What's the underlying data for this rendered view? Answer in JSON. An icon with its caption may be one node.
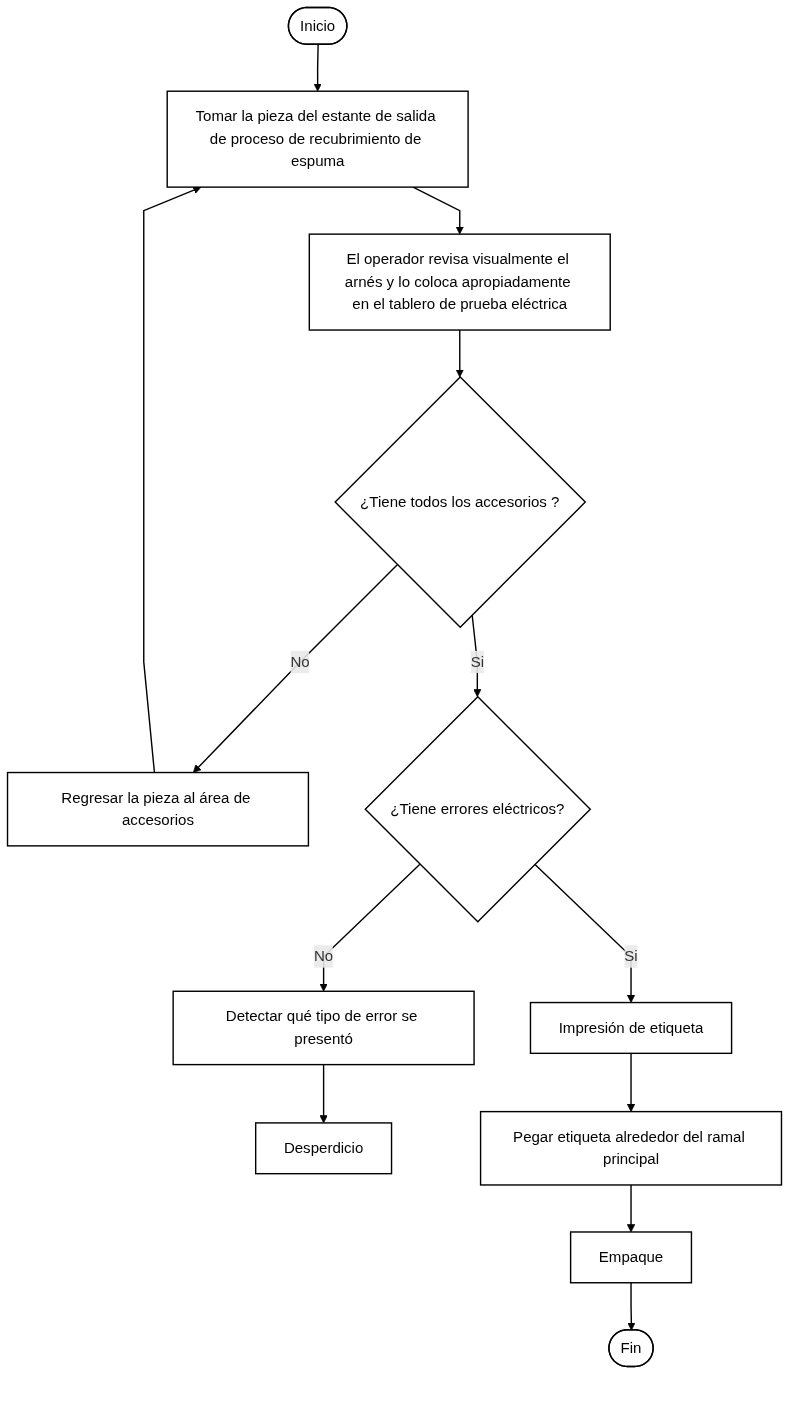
{
  "diagram": {
    "nodes": [
      {
        "text": [
          "Inicio"
        ]
      },
      {
        "text": [
          "Tomar la pieza del estante de salida de proceso de recubrimiento de espuma"
        ]
      },
      {
        "text": [
          "El operador revisa visualmente el arnés y lo coloca apropiadamente en el tablero de prueba eléctrica"
        ]
      },
      {
        "text": [
          "Regresar la pieza al área de accesorios"
        ]
      },
      {
        "text": [
          "¿Tiene todos los accesorios ?"
        ]
      },
      {
        "text": [
          "¿Tiene errores eléctricos?"
        ]
      },
      {
        "text": [
          "Detectar qué tipo de error se presentó"
        ]
      },
      {
        "text": [
          "Desperdicio"
        ]
      },
      {
        "text": [
          "Impresión de etiqueta"
        ]
      },
      {
        "text": [
          "Pegar etiqueta alrededor del ramal principal"
        ]
      },
      {
        "text": [
          "Empaque"
        ]
      },
      {
        "text": [
          "Fin"
        ]
      }
    ],
    "edges": [
      {
        "from": 0,
        "to": 1,
        "arrow": "to"
      },
      {
        "from": 1,
        "to": 2,
        "arrow": "to"
      },
      {
        "from": 2,
        "to": 4,
        "arrow": "to"
      },
      {
        "from": 4,
        "to": 3,
        "arrow": "to",
        "label": "No"
      },
      {
        "from": 3,
        "to": 1,
        "arrow": "to"
      },
      {
        "from": 4,
        "to": 5,
        "arrow": "to",
        "label": "Si"
      },
      {
        "from": 5,
        "to": 6,
        "arrow": "to",
        "label": "No"
      },
      {
        "from": 6,
        "to": 7,
        "arrow": "to"
      },
      {
        "from": 5,
        "to": 8,
        "arrow": "to",
        "label": "Si"
      },
      {
        "from": 8,
        "to": 9,
        "arrow": "to"
      },
      {
        "from": 9,
        "to": 10,
        "arrow": "to"
      },
      {
        "from": 10,
        "to": 11,
        "arrow": "to"
      }
    ]
  }
}
